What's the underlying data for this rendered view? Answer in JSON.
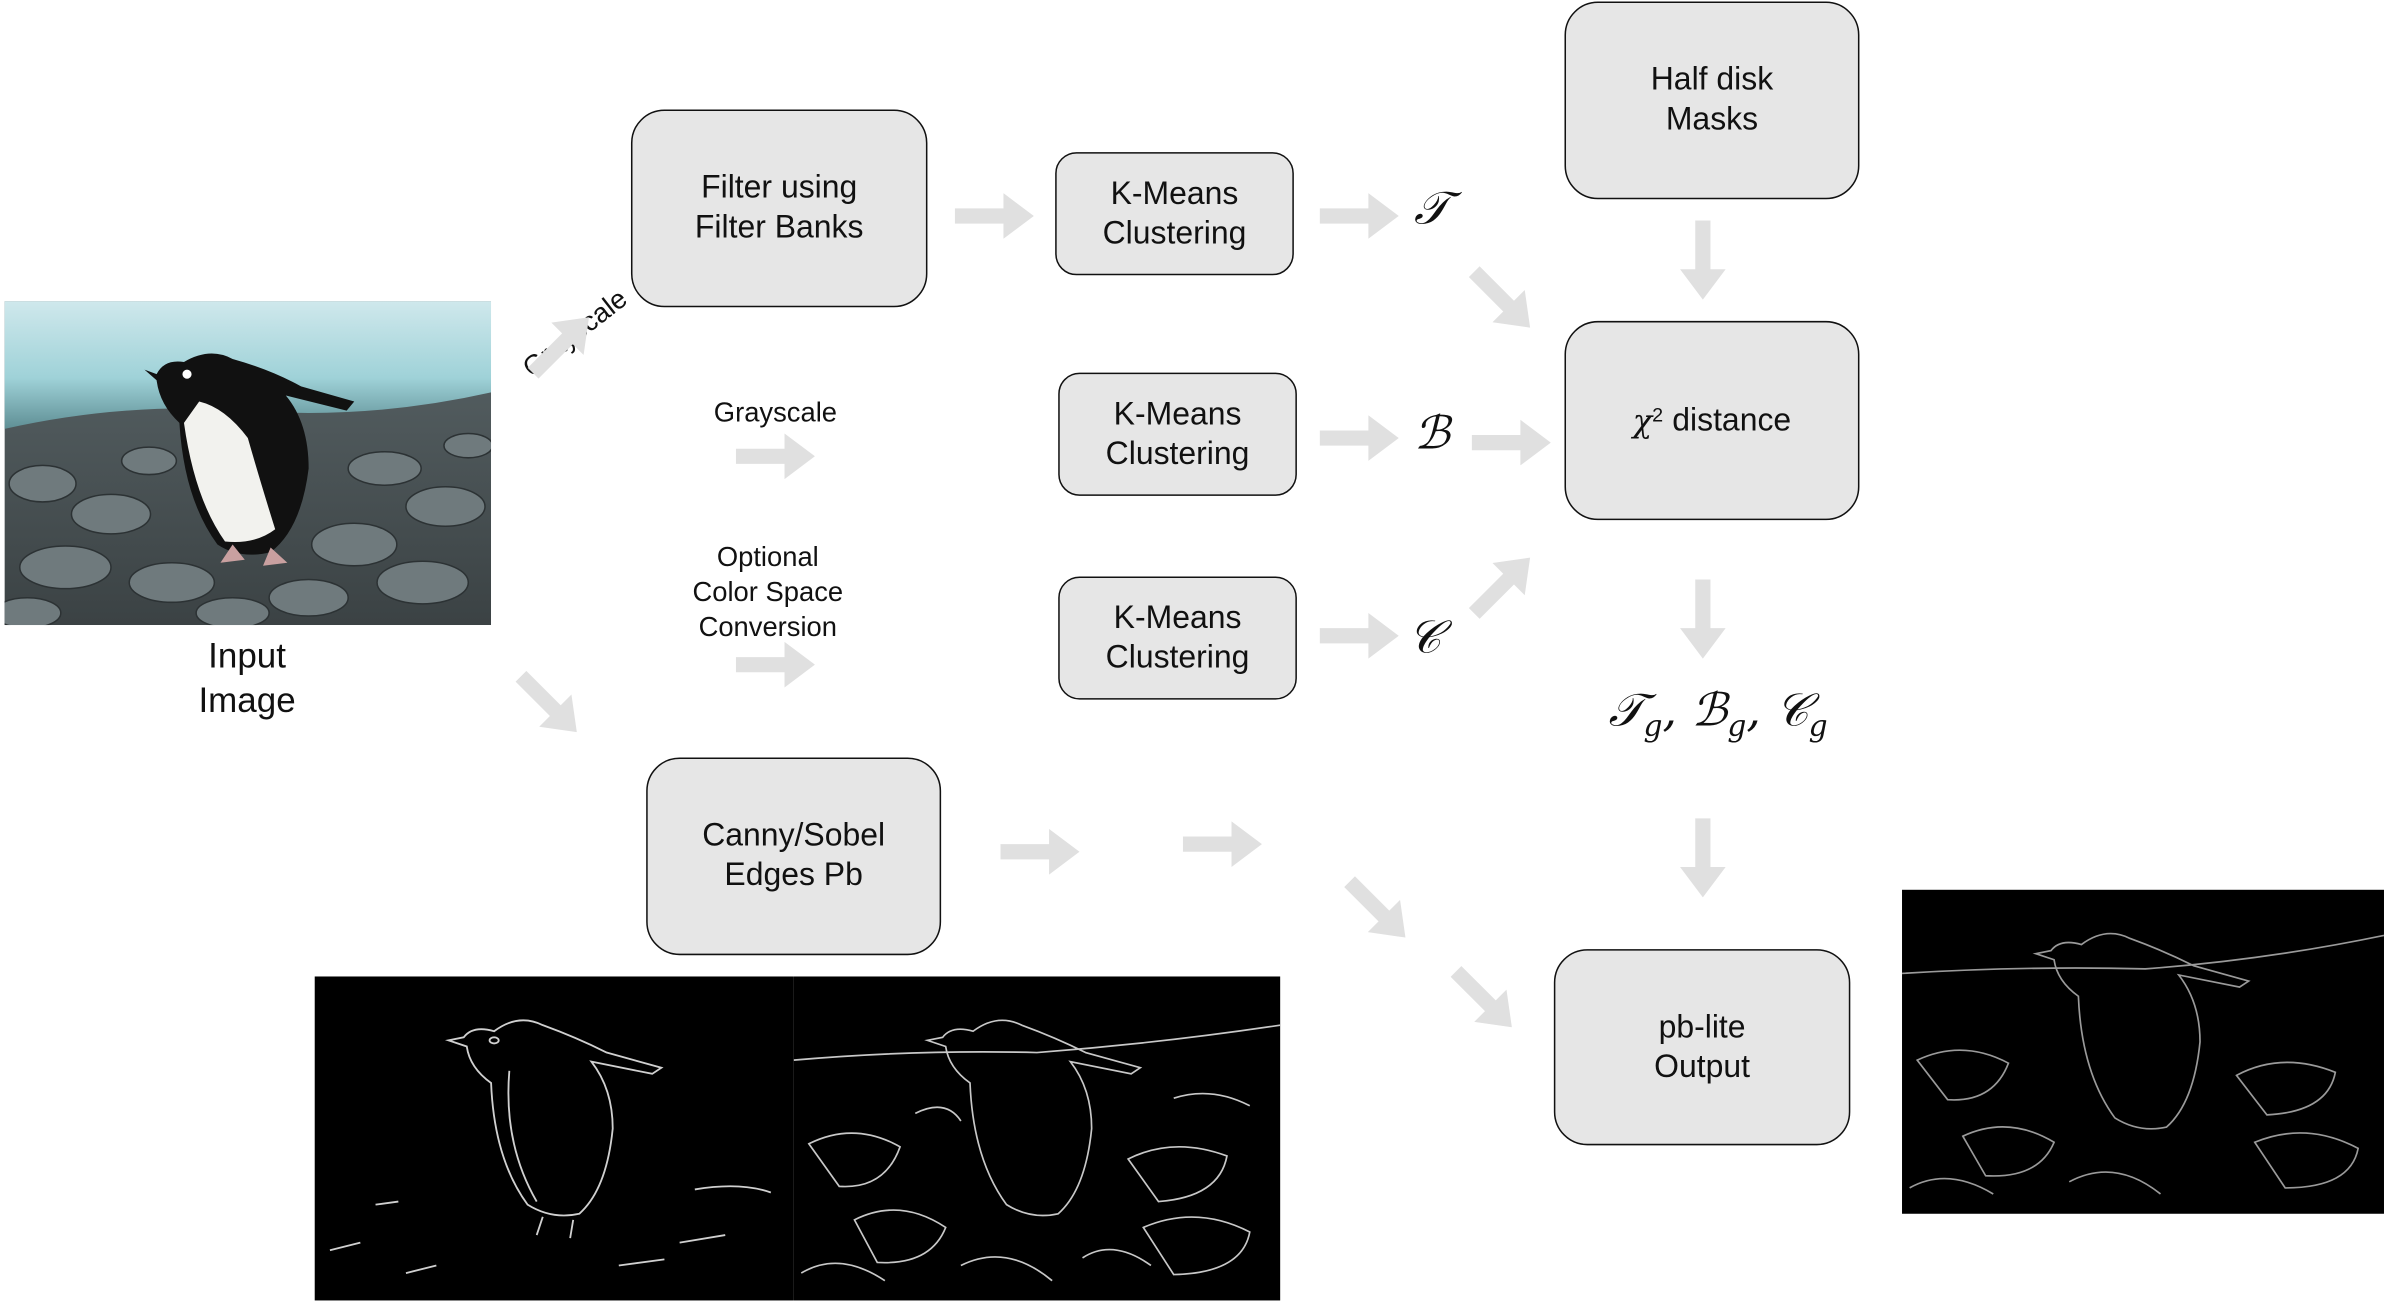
{
  "diagram": {
    "input_label": [
      "Input",
      "Image"
    ],
    "grayscale_rotated": "Grayscale",
    "filter_box": [
      "Filter using",
      "Filter Banks"
    ],
    "kmeans_1": [
      "K-Means",
      "Clustering"
    ],
    "kmeans_2": [
      "K-Means",
      "Clustering"
    ],
    "kmeans_3": [
      "K-Means",
      "Clustering"
    ],
    "grayscale_label": "Grayscale",
    "color_label": [
      "Optional",
      "Color Space",
      "Conversion"
    ],
    "symbol_t": "𝒯",
    "symbol_b": "ℬ",
    "symbol_c": "𝒞",
    "half_disk_box": [
      "Half disk",
      "Masks"
    ],
    "chi_box_sup": "2",
    "chi_box_symbol": "χ",
    "chi_box_text": "distance",
    "gradients_label": {
      "t": "𝒯",
      "b": "ℬ",
      "c": "𝒞",
      "sub": "g",
      "sep": ","
    },
    "canny_box": [
      "Canny/Sobel",
      "Edges Pb"
    ],
    "pblite_box": [
      "pb-lite",
      "Output"
    ]
  },
  "colors": {
    "box_fill": "#e6e6e6",
    "box_border": "#111111",
    "arrow": "#e0e0e0",
    "edge_bg": "#000000",
    "edge_line": "#d8d8d8"
  }
}
